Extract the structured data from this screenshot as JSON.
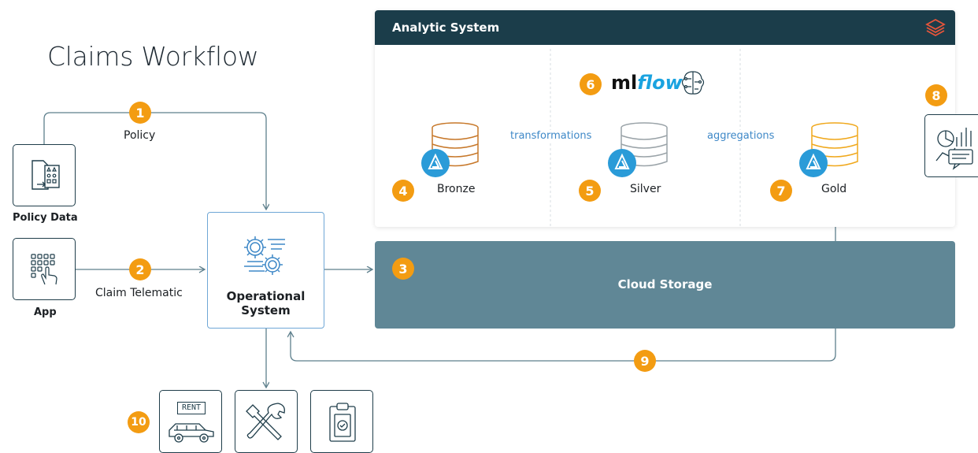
{
  "title": "Claims Workflow",
  "analytic_system": {
    "title": "Analytic System",
    "logo_icon": "databricks-stack-icon"
  },
  "cloud_storage": {
    "label": "Cloud Storage"
  },
  "operational_system": {
    "label_line1": "Operational",
    "label_line2": "System",
    "icon": "gears-icon"
  },
  "sources": {
    "policy_data": {
      "label": "Policy Data",
      "icon": "document-grid-icon"
    },
    "app": {
      "label": "App",
      "icon": "touch-keypad-icon"
    }
  },
  "edges": {
    "policy": "Policy",
    "claim_telematic": "Claim Telematic",
    "transformations": "transformations",
    "aggregations": "aggregations"
  },
  "layers": {
    "bronze": {
      "label": "Bronze",
      "color": "#c7782a"
    },
    "silver": {
      "label": "Silver",
      "color": "#9aa3a8"
    },
    "gold": {
      "label": "Gold",
      "color": "#f0a81c"
    }
  },
  "mlflow": {
    "ml": "ml",
    "flow": "flow",
    "icon": "brain-circuit-icon"
  },
  "services": {
    "rent_label": "RENT",
    "icons": [
      "rental-car-icon",
      "repair-tools-icon",
      "clipboard-check-icon"
    ]
  },
  "report_icon": "dashboard-report-icon",
  "steps": [
    "1",
    "2",
    "3",
    "4",
    "5",
    "6",
    "7",
    "8",
    "9",
    "10"
  ],
  "colors": {
    "badge": "#f39c12",
    "header": "#1b3d4a",
    "storage": "#608796",
    "line": "#5d7f8c",
    "blue_line": "#3e88c7",
    "delta": "#2a9bd8"
  }
}
